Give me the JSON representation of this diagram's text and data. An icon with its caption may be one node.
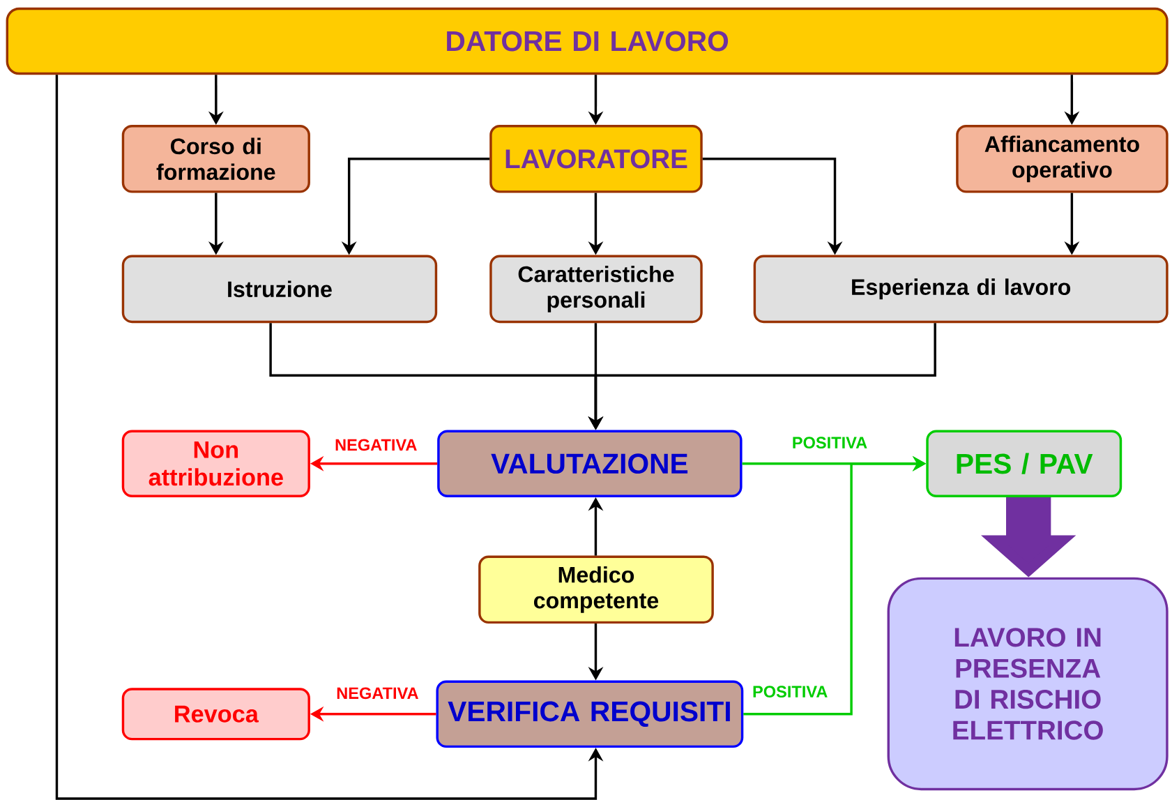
{
  "diagram": {
    "nodes": [
      {
        "text": [
          "DATORE DI LAVORO"
        ]
      },
      {
        "text": [
          "Corso di formazione"
        ]
      },
      {
        "text": [
          "LAVORATORE"
        ]
      },
      {
        "text": [
          "Affiancamento operativo"
        ]
      },
      {
        "text": [
          "Istruzione"
        ]
      },
      {
        "text": [
          "Caratteristiche personali"
        ]
      },
      {
        "text": [
          "Esperienza di lavoro"
        ]
      },
      {
        "text": [
          "Non attribuzione"
        ]
      },
      {
        "text": [
          "VALUTAZIONE"
        ]
      },
      {
        "text": [
          "PES / PAV"
        ]
      },
      {
        "text": [
          "LAVORO IN PRESENZA DI RISCHIO ELETTRICO"
        ]
      },
      {
        "text": [
          "Medico competente"
        ]
      },
      {
        "text": [
          "Revoca"
        ]
      },
      {
        "text": [
          "VERIFICA REQUISITI"
        ]
      }
    ],
    "edges": [
      {
        "from": 0,
        "to": 1,
        "arrow": "to"
      },
      {
        "from": 0,
        "to": 2,
        "arrow": "to"
      },
      {
        "from": 0,
        "to": 3,
        "arrow": "to"
      },
      {
        "from": 1,
        "to": 4,
        "arrow": "to"
      },
      {
        "from": 2,
        "to": 4,
        "arrow": "to"
      },
      {
        "from": 2,
        "to": 5,
        "arrow": "to"
      },
      {
        "from": 2,
        "to": 6,
        "arrow": "to"
      },
      {
        "from": 3,
        "to": 6,
        "arrow": "to"
      },
      {
        "from": 4,
        "to": 8,
        "arrow": "to"
      },
      {
        "from": 5,
        "to": 8,
        "arrow": "to"
      },
      {
        "from": 6,
        "to": 8,
        "arrow": "to"
      },
      {
        "from": 8,
        "to": 7,
        "arrow": "to",
        "label": "NEGATIVA",
        "color": "#ff0000"
      },
      {
        "from": 8,
        "to": 9,
        "arrow": "to",
        "label": "POSITIVA",
        "color": "#00cc00"
      },
      {
        "from": 11,
        "to": 8,
        "arrow": "to"
      },
      {
        "from": 11,
        "to": 13,
        "arrow": "to"
      },
      {
        "from": 13,
        "to": 12,
        "arrow": "to",
        "label": "NEGATIVA",
        "color": "#ff0000"
      },
      {
        "from": 13,
        "to": 9,
        "arrow": "to",
        "label": "POSITIVA",
        "color": "#00cc00"
      },
      {
        "from": 0,
        "to": 13,
        "arrow": "to"
      },
      {
        "from": 9,
        "to": 10,
        "arrow": "to",
        "style": "thick",
        "color": "#7030a0"
      }
    ]
  }
}
